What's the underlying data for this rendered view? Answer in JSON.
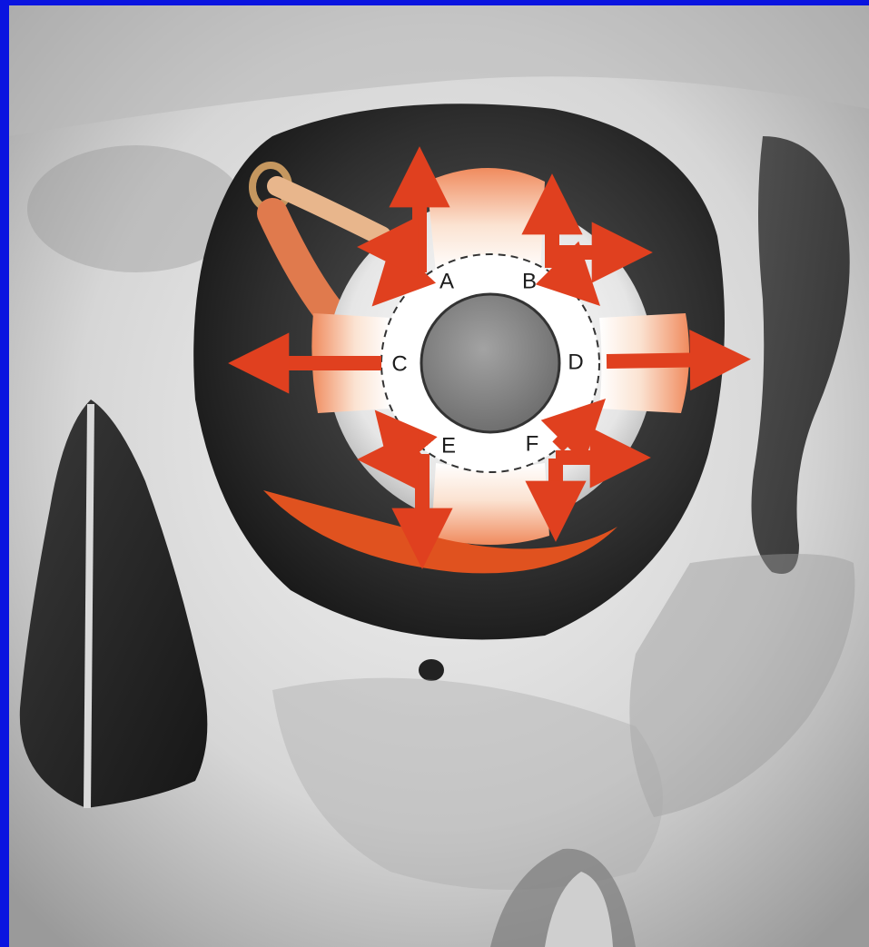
{
  "diagram": {
    "labels": {
      "a": "A",
      "b": "B",
      "c": "C",
      "d": "D",
      "e": "E",
      "f": "F"
    }
  },
  "colors": {
    "frame": "#0a14e0",
    "arrow": "#e0401f",
    "muscle": "#f3c6a6",
    "bone": "#d4d4d4",
    "socket": "#2f2f2f",
    "iris": "#8a8a8a"
  },
  "icons": {
    "arrow": "arrow-icon"
  }
}
